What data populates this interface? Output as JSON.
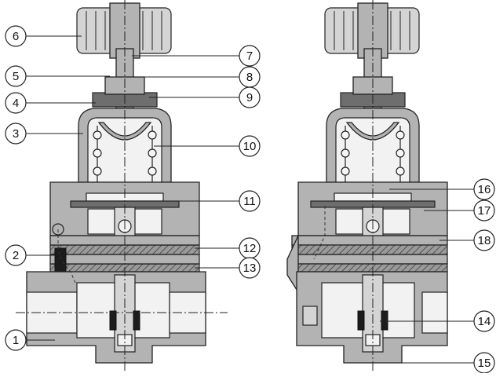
{
  "diagram": {
    "left_callouts": [
      {
        "number": "6"
      },
      {
        "number": "5"
      },
      {
        "number": "4"
      },
      {
        "number": "3"
      },
      {
        "number": "2"
      },
      {
        "number": "1"
      }
    ],
    "right_callouts_a": [
      {
        "number": "7"
      },
      {
        "number": "8"
      },
      {
        "number": "9"
      },
      {
        "number": "10"
      },
      {
        "number": "11"
      },
      {
        "number": "12"
      },
      {
        "number": "13"
      }
    ],
    "right_callouts_b": [
      {
        "number": "16"
      },
      {
        "number": "17"
      },
      {
        "number": "18"
      },
      {
        "number": "14"
      },
      {
        "number": "15"
      }
    ]
  }
}
